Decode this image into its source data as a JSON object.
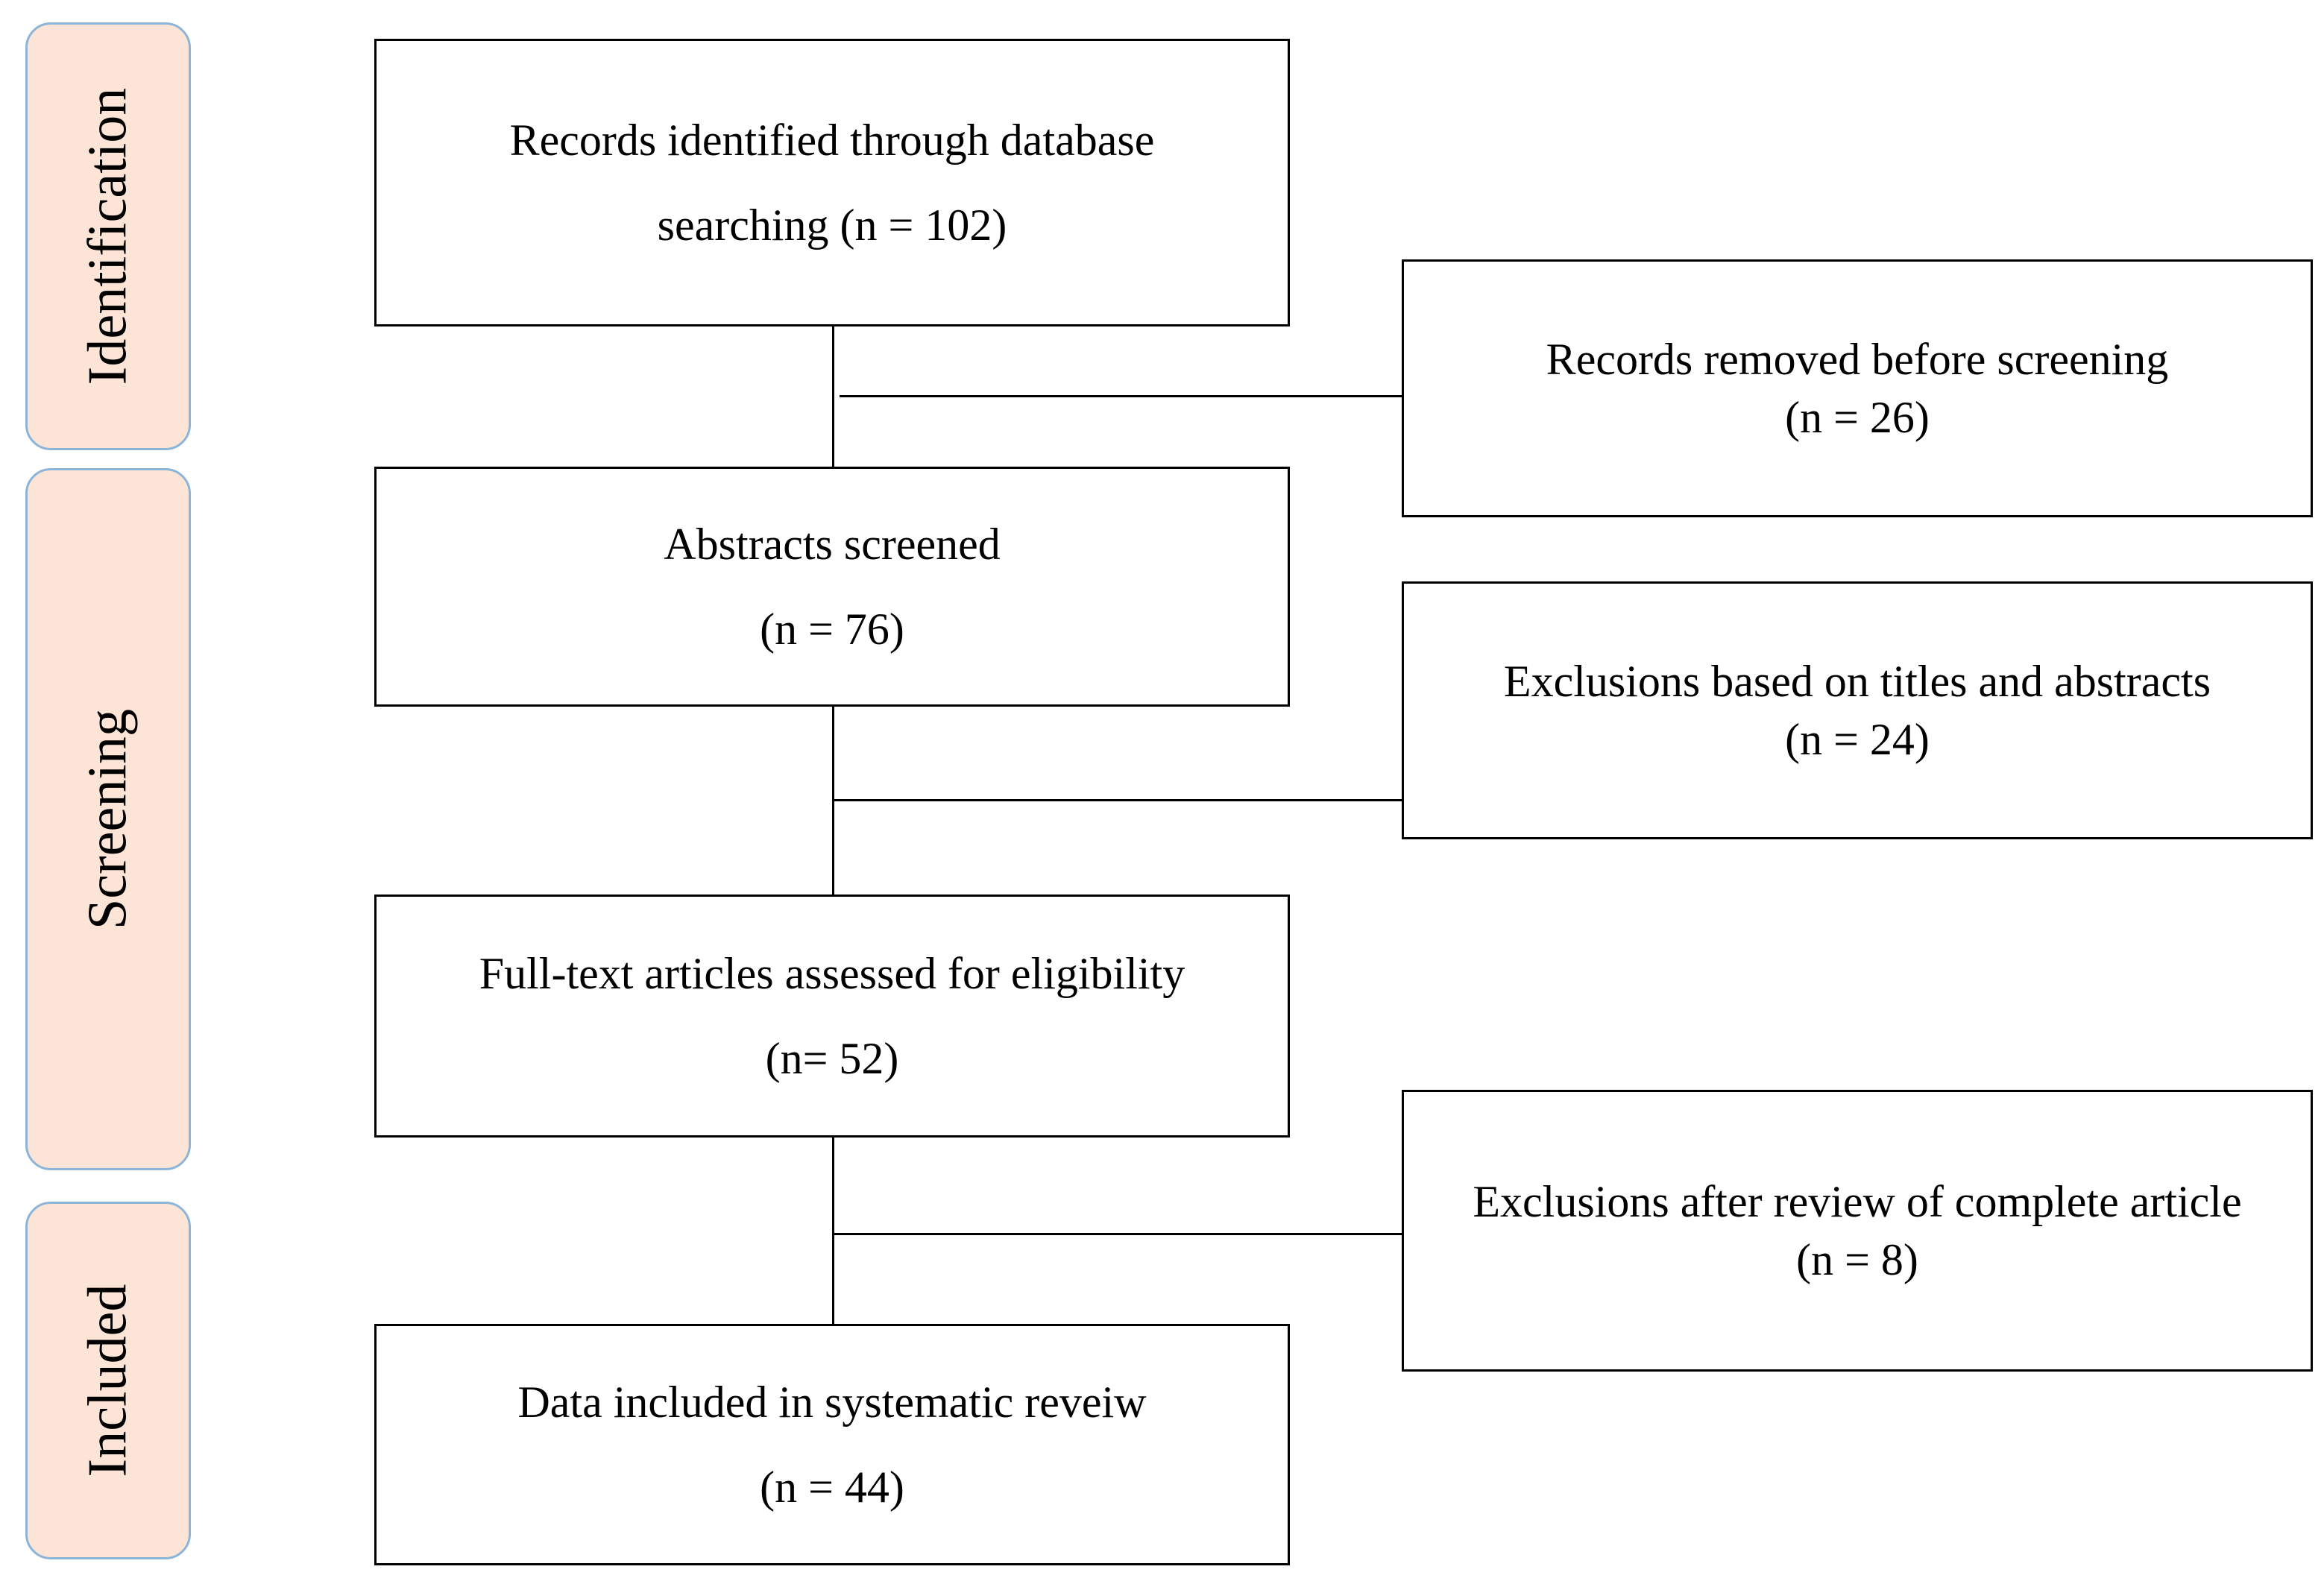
{
  "phases": {
    "identification": "Identification",
    "screening": "Screening",
    "included": "Included"
  },
  "main_boxes": {
    "identified": {
      "line1": "Records identified  through  database",
      "line2": "searching  (n = 102)"
    },
    "abstracts": {
      "line1": "Abstracts screened",
      "line2": "(n = 76)"
    },
    "fulltext": {
      "line1": "Full-text  articles assessed for eligibility",
      "line2": "(n= 52)"
    },
    "included": {
      "line1": "Data included  in  systematic reveiw",
      "line2": "(n = 44)"
    }
  },
  "side_boxes": {
    "removed": {
      "line1": "Records removed before screening",
      "line2": "(n = 26)"
    },
    "excl_titles": {
      "line1": "Exclusions  based on titles  and abstracts",
      "line2": "(n = 24)"
    },
    "excl_review": {
      "line1": "Exclusions  after review  of complete article",
      "line2": "(n = 8)"
    }
  },
  "colors": {
    "phase_fill": "#FCE4D6",
    "phase_border": "#8DB4D9",
    "box_border": "#000000"
  }
}
